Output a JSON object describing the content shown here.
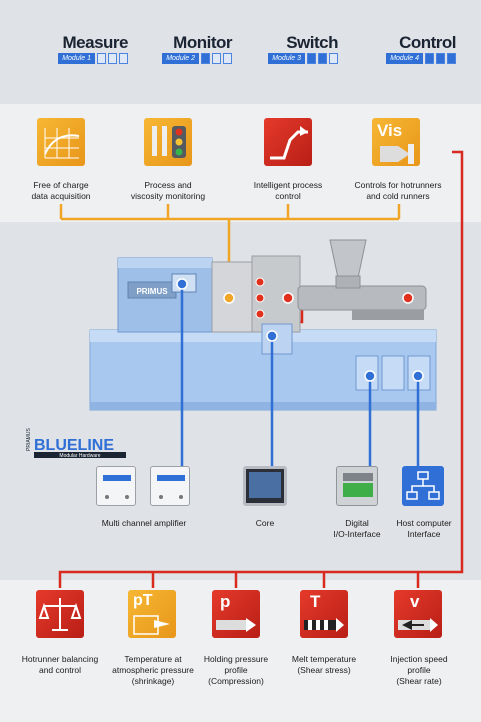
{
  "modules": [
    {
      "name": "Measure",
      "tag": "Module 1",
      "active": 1
    },
    {
      "name": "Monitor",
      "tag": "Module 2",
      "active": 2
    },
    {
      "name": "Switch",
      "tag": "Module 3",
      "active": 3
    },
    {
      "name": "Control",
      "tag": "Module 4",
      "active": 4
    }
  ],
  "top_icons": [
    {
      "symbol": "",
      "color": "#f0a526",
      "caption_l1": "Free of charge",
      "caption_l2": "data acquisition"
    },
    {
      "symbol": "",
      "color": "#f0a526",
      "caption_l1": "Process and",
      "caption_l2": "viscosity monitoring"
    },
    {
      "symbol": "",
      "color": "#e0311f",
      "caption_l1": "Intelligent process",
      "caption_l2": "control"
    },
    {
      "symbol": "Vis",
      "color": "#f0a526",
      "caption_l1": "Controls for hotrunners",
      "caption_l2": "and cold runners"
    }
  ],
  "machine": {
    "badge": "PRIMUS",
    "brand_small": "PRIAMUS",
    "brand_big": "BLUELINE",
    "brand_sub": "Modular Hardware"
  },
  "devices": [
    {
      "caption_l1": "Multi channel amplifier",
      "caption_l2": ""
    },
    {
      "caption_l1": "Core",
      "caption_l2": ""
    },
    {
      "caption_l1": "Digital",
      "caption_l2": "I/O-Interface"
    },
    {
      "caption_l1": "Host  computer",
      "caption_l2": "Interface"
    }
  ],
  "bottom_icons": [
    {
      "symbol": "",
      "caption_l1": "Hotrunner balancing",
      "caption_l2": "and control",
      "caption_l3": ""
    },
    {
      "symbol": "pT",
      "caption_l1": "Temperature at",
      "caption_l2": "atmospheric pressure",
      "caption_l3": "(shrinkage)"
    },
    {
      "symbol": "p",
      "caption_l1": "Holding pressure",
      "caption_l2": "profile",
      "caption_l3": "(Compression)"
    },
    {
      "symbol": "T",
      "caption_l1": "Melt temperature",
      "caption_l2": "(Shear stress)",
      "caption_l3": ""
    },
    {
      "symbol": "v",
      "caption_l1": "Injection speed",
      "caption_l2": "profile",
      "caption_l3": "(Shear rate)"
    }
  ],
  "colors": {
    "yellow": "#f0a526",
    "red": "#e0311f",
    "blue": "#2f6fd6",
    "machine": "#a9c8ef"
  }
}
